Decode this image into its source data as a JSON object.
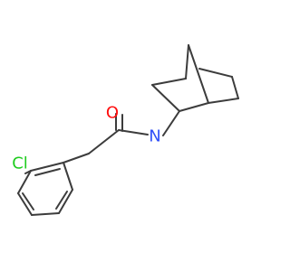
{
  "molecule": {
    "atoms": {
      "oxygen": {
        "label": "O",
        "color": "#ff0d0d"
      },
      "nitrogen": {
        "label": "N",
        "color": "#3050f8"
      },
      "chlorine": {
        "label": "Cl",
        "color": "#1fcc1f"
      }
    },
    "bond_color": "#3c3c3c"
  }
}
